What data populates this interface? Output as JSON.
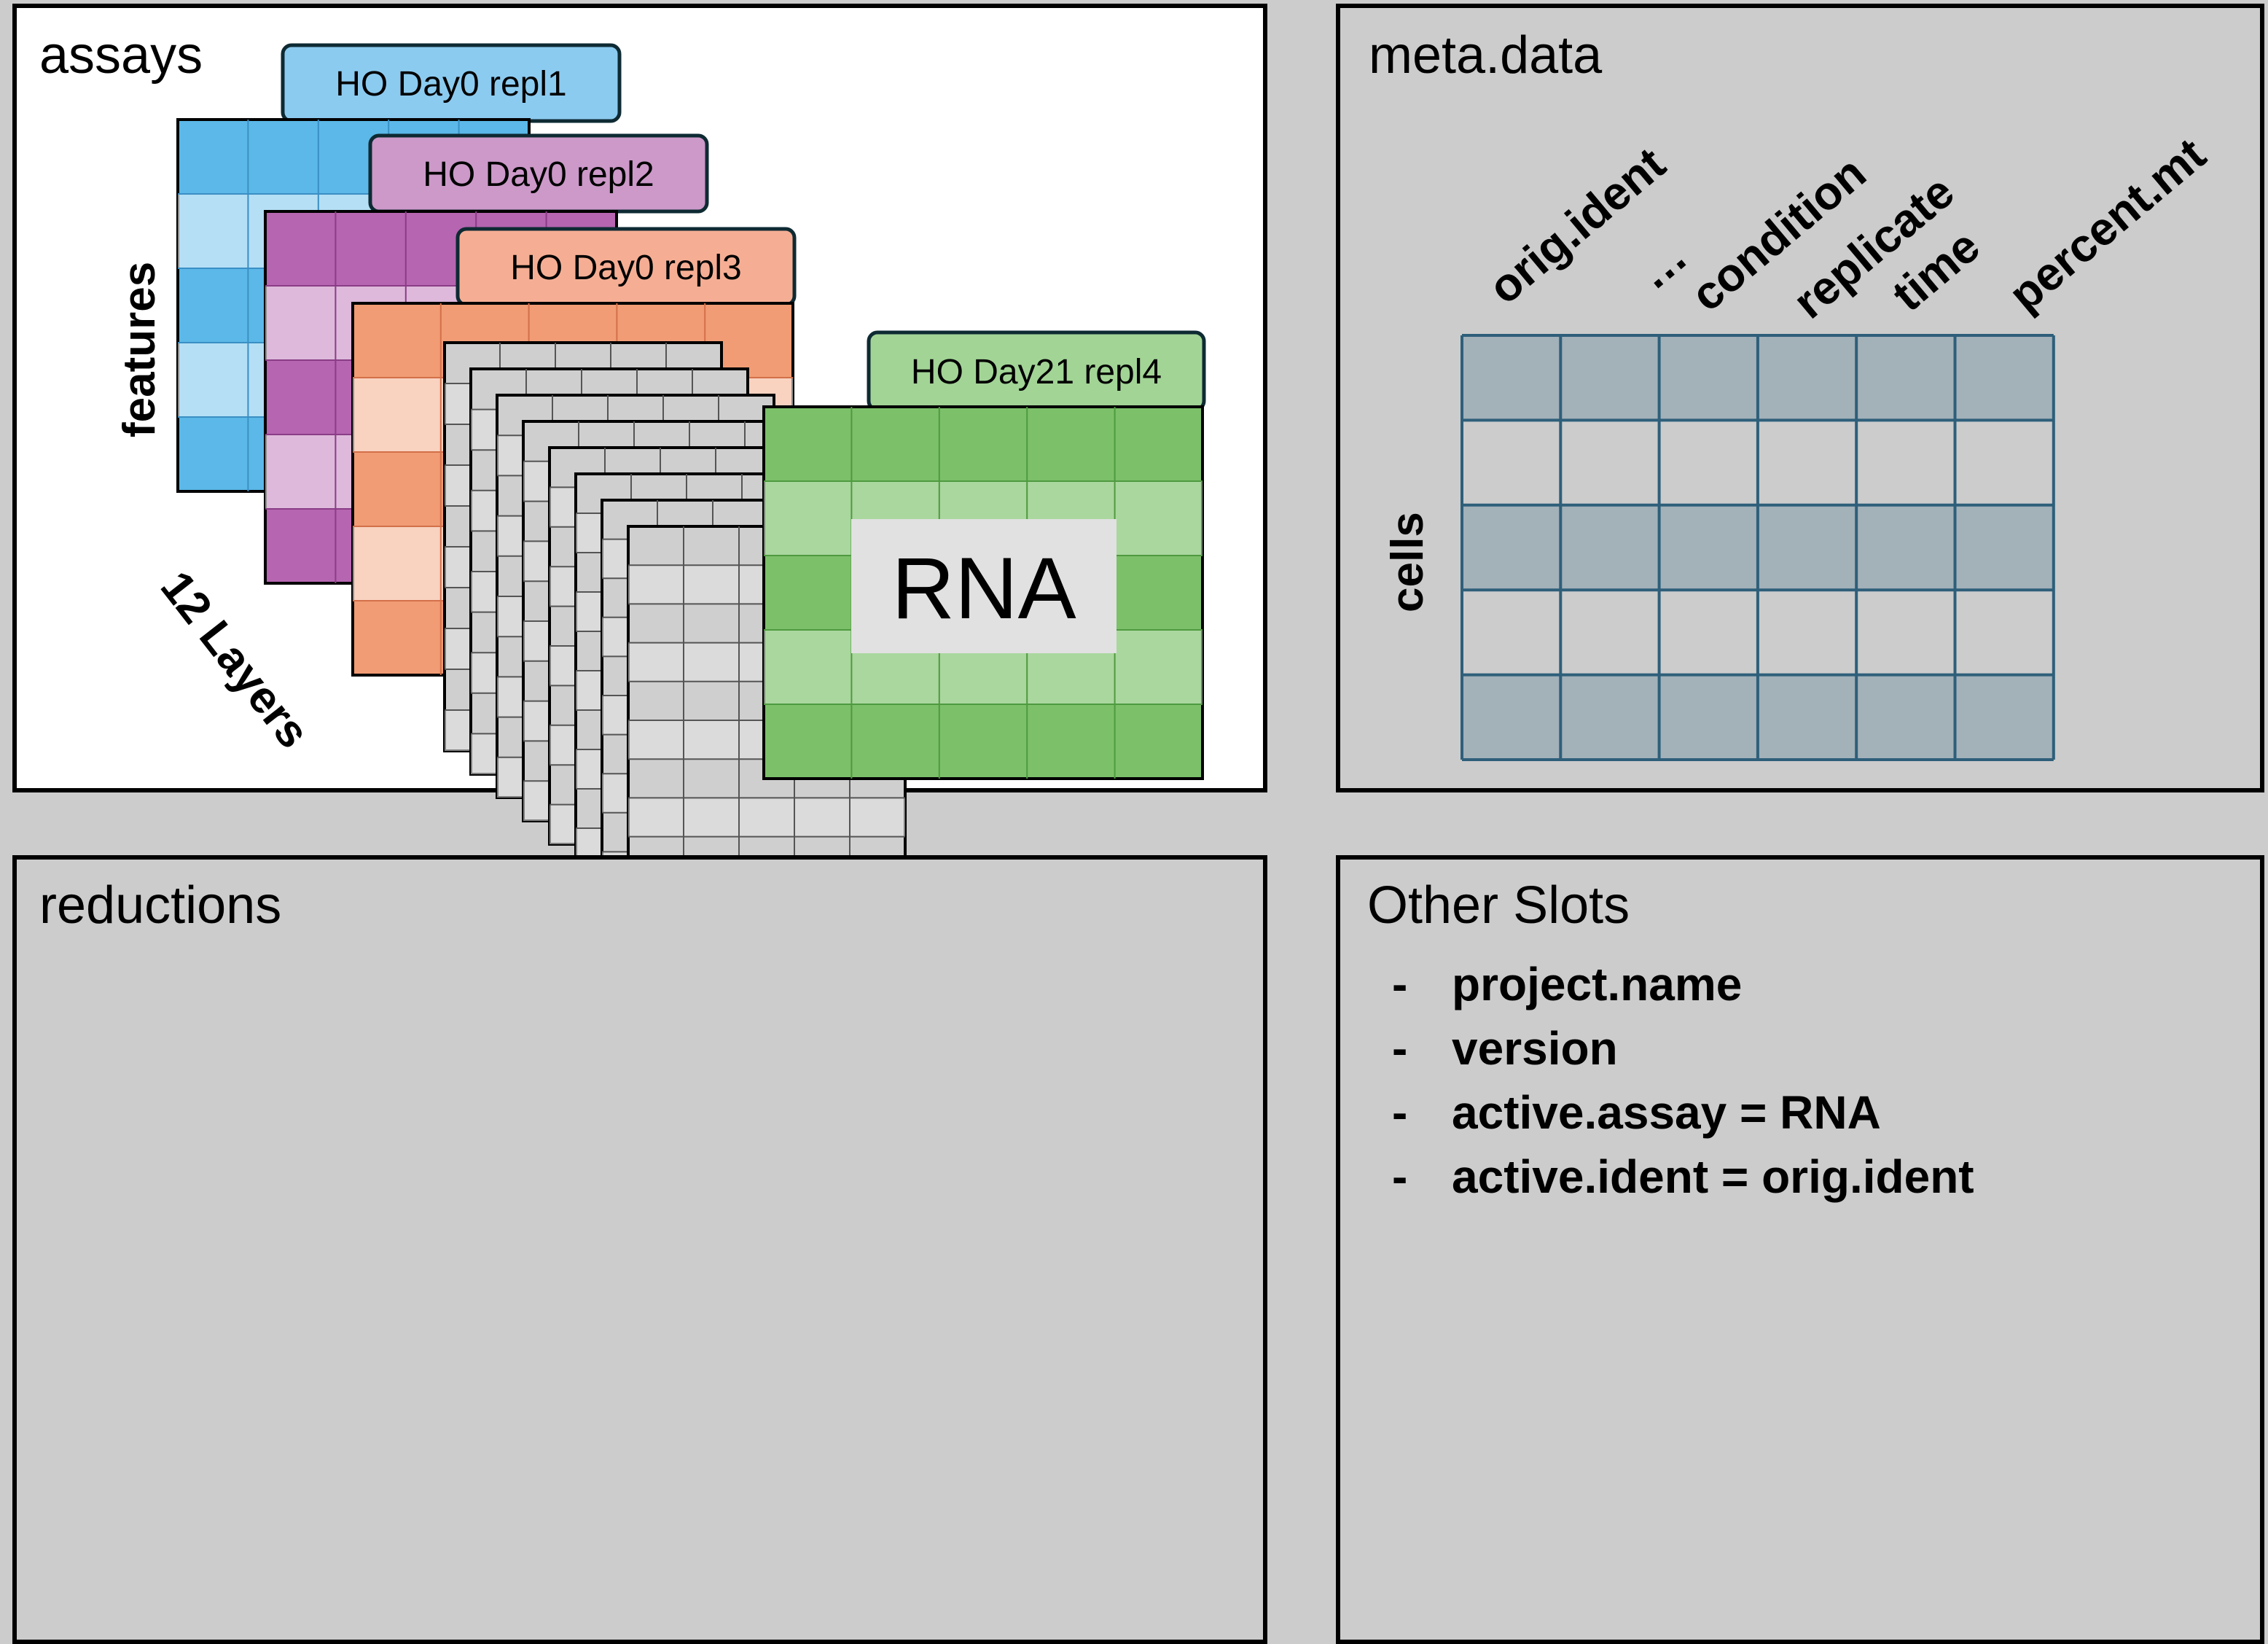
{
  "colors": {
    "background_gap": "#cccccc",
    "panel_border": "#000000",
    "layer1": "#5bb8e8",
    "layer1_tab": "#8ccbf0",
    "layer2": "#b665b0",
    "layer2_tab": "#cc99c9",
    "layer3": "#f19c74",
    "layer3_tab": "#f5ae94",
    "grey_layer": "#e5e5e5",
    "layer4": "#7cc06a",
    "layer4_tab": "#a2d496",
    "meta_band": "#a3b1b9",
    "meta_grid": "#2e5f7a"
  },
  "assays": {
    "title": "assays",
    "features_label": "features",
    "layers_label": "12 Layers",
    "rna_label": "RNA",
    "layers": [
      {
        "tab": "HO Day0 repl1"
      },
      {
        "tab": "HO Day0 repl2"
      },
      {
        "tab": "HO Day0 repl3"
      },
      {
        "tab": "HO Day21 repl4"
      }
    ],
    "grey_layer_count": 8
  },
  "meta_data": {
    "title": "meta.data",
    "rows_label": "cells",
    "columns": [
      "orig.ident",
      "…",
      "condition",
      "replicate",
      "time",
      "percent.mt"
    ],
    "row_count": 5,
    "shaded_rows": [
      0,
      2,
      4
    ]
  },
  "reductions": {
    "title": "reductions"
  },
  "other_slots": {
    "title": "Other Slots",
    "items": [
      "project.name",
      "version",
      "active.assay = RNA",
      "active.ident = orig.ident"
    ]
  }
}
